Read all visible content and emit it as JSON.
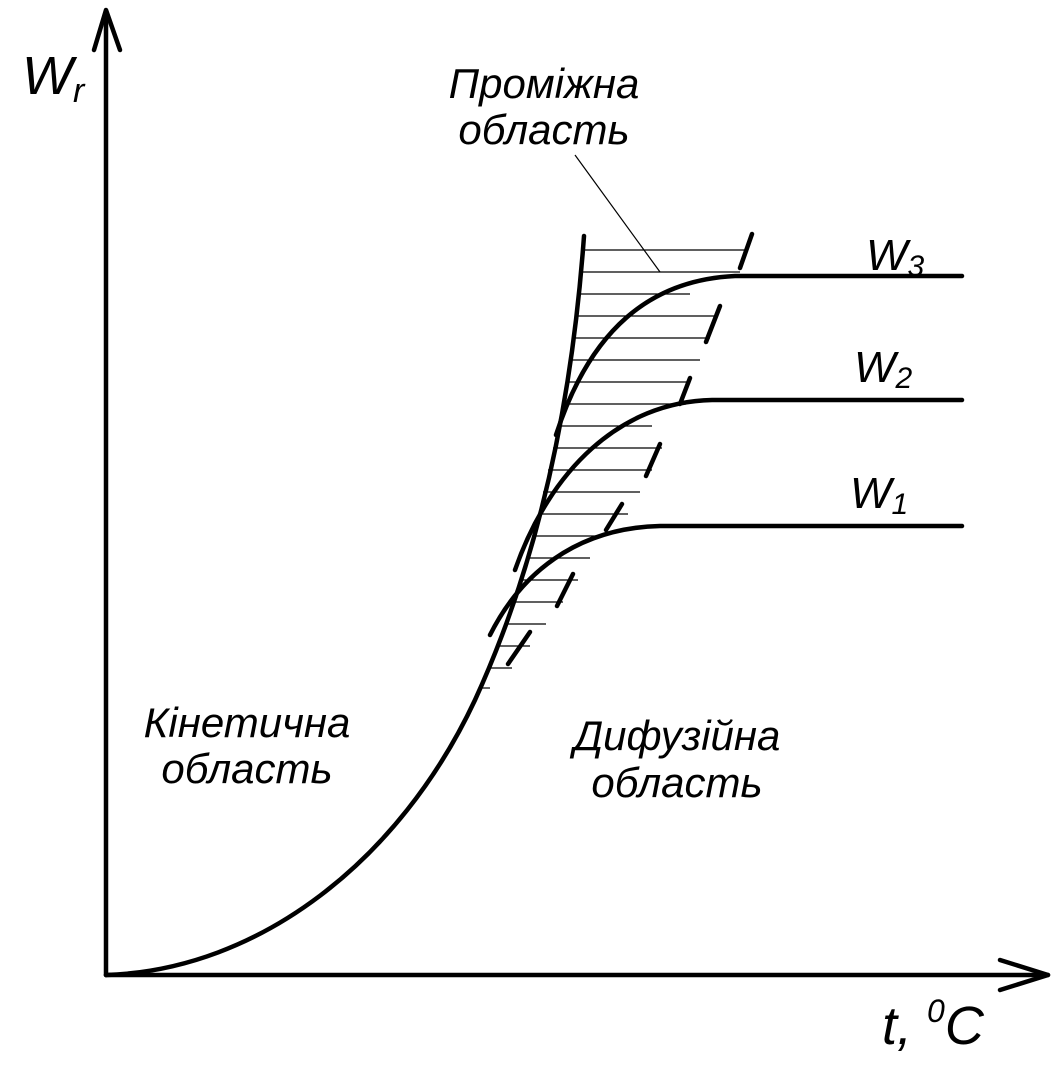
{
  "axes": {
    "y_label_main": "W",
    "y_label_sub": "r",
    "x_label_main": "t, ",
    "x_label_sup": "0",
    "x_label_unit": "C"
  },
  "regions": {
    "kinetic_line1": "Кінетична",
    "kinetic_line2": "область",
    "transition_line1": "Проміжна",
    "transition_line2": "область",
    "diffusion_line1": "Дифузійна",
    "diffusion_line2": "область"
  },
  "curves": [
    {
      "main": "W",
      "sub": "3"
    },
    {
      "main": "W",
      "sub": "2"
    },
    {
      "main": "W",
      "sub": "1"
    }
  ]
}
